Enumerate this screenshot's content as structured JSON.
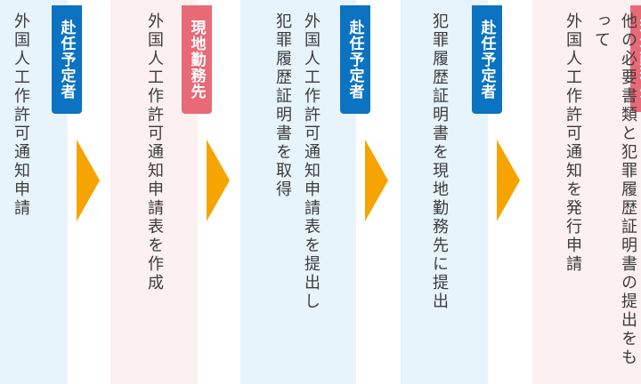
{
  "steps": [
    {
      "actor": "赴任予定者",
      "lines": [
        "外国人工作許可通知申請"
      ]
    },
    {
      "actor": "現地勤務先",
      "lines": [
        "外国人工作許可通知申請表を作成"
      ]
    },
    {
      "actor": "赴任予定者",
      "lines": [
        "外国人工作許可通知申請表を提出し",
        "犯罪履歴証明書を取得"
      ]
    },
    {
      "actor": "赴任予定者",
      "lines": [
        "犯罪履歴証明書を現地勤務先に提出"
      ]
    },
    {
      "actor": "現地勤務先",
      "lines": [
        "他の必要書類と犯罪履歴証明書の提出をもって",
        "外国人工作許可通知を発行申請"
      ]
    }
  ],
  "colors": {
    "applicant_badge": "#0b73c1",
    "employer_badge": "#e96a77",
    "applicant_bg": "#e8f4fc",
    "employer_bg": "#fcf0f0",
    "arrow": "#f5a400"
  }
}
